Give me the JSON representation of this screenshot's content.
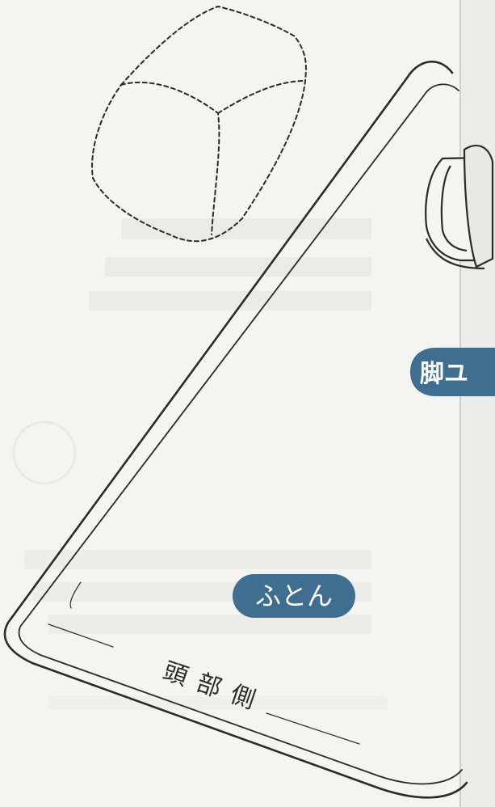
{
  "labels": {
    "futon": "ふとん",
    "head_side": "頭部側",
    "leg_unit": "脚ユ"
  },
  "colors": {
    "pill": "#3f6e90",
    "paper": "#f4f4f2",
    "ink": "#2a2a2a"
  }
}
